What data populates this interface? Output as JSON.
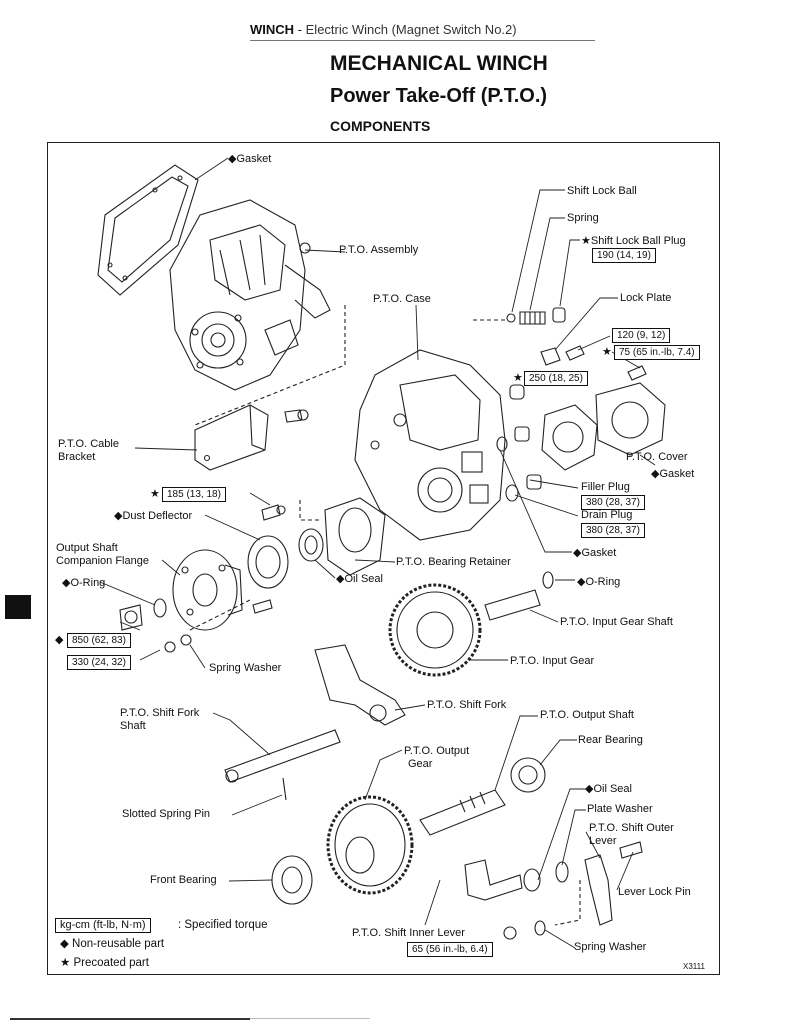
{
  "header": {
    "section": "WINCH",
    "separator": "-",
    "subtitle": "Electric Winch (Magnet Switch No.2)"
  },
  "titles": {
    "main": "MECHANICAL WINCH",
    "sub": "Power Take-Off (P.T.O.)",
    "section": "COMPONENTS"
  },
  "labels": {
    "gasket_top": "◆Gasket",
    "shift_lock_ball": "Shift Lock Ball",
    "spring": "Spring",
    "shift_lock_ball_plug": "★Shift Lock Ball Plug",
    "pto_assembly": "P.T.O. Assembly",
    "pto_case": "P.T.O. Case",
    "lock_plate": "Lock Plate",
    "cable_bracket_1": "P.T.O. Cable",
    "cable_bracket_2": "Bracket",
    "pto_cover": "P.T.O. Cover",
    "gasket_cover": "◆Gasket",
    "filler_plug": "Filler Plug",
    "drain_plug": "Drain Plug",
    "dust_deflector": "◆Dust Deflector",
    "output_flange_1": "Output Shaft",
    "output_flange_2": "Companion Flange",
    "gasket_retainer": "◆Gasket",
    "bearing_retainer": "P.T.O. Bearing Retainer",
    "oring_left": "◆O-Ring",
    "oil_seal_mid": "◆Oil Seal",
    "oring_right": "◆O-Ring",
    "input_gear_shaft": "P.T.O. Input Gear Shaft",
    "spring_washer_left": "Spring Washer",
    "input_gear": "P.T.O. Input Gear",
    "shift_fork": "P.T.O. Shift Fork",
    "shift_fork_shaft_1": "P.T.O. Shift Fork",
    "shift_fork_shaft_2": "Shaft",
    "output_shaft": "P.T.O. Output Shaft",
    "output_gear_1": "P.T.O. Output",
    "output_gear_2": "Gear",
    "rear_bearing": "Rear Bearing",
    "oil_seal_right": "◆Oil Seal",
    "slotted_spring_pin": "Slotted Spring Pin",
    "plate_washer": "Plate Washer",
    "outer_lever_1": "P.T.O. Shift Outer",
    "outer_lever_2": "Lever",
    "front_bearing": "Front Bearing",
    "lever_lock_pin": "Lever Lock Pin",
    "inner_lever": "P.T.O. Shift Inner Lever",
    "spring_washer_right": "Spring Washer",
    "fig_code": "X3111"
  },
  "torques": {
    "t190": "190 (14, 19)",
    "t120": "120 (9, 12)",
    "t75": "75 (65 in.-lb, 7.4)",
    "t250": "250 (18, 25)",
    "t185": "185 (13, 18)",
    "t380a": "380 (28, 37)",
    "t380b": "380 (28, 37)",
    "t850": "850 (62, 83)",
    "t330": "330 (24, 32)",
    "t65": "65 (56 in.-lb, 6.4)"
  },
  "legend": {
    "unit_box": "kg-cm (ft-lb, N·m)",
    "unit_desc": ": Specified torque",
    "nonreusable": "◆  Non-reusable part",
    "precoated": "★  Precoated part"
  },
  "symbols": {
    "star": "★",
    "diamond": "◆"
  }
}
